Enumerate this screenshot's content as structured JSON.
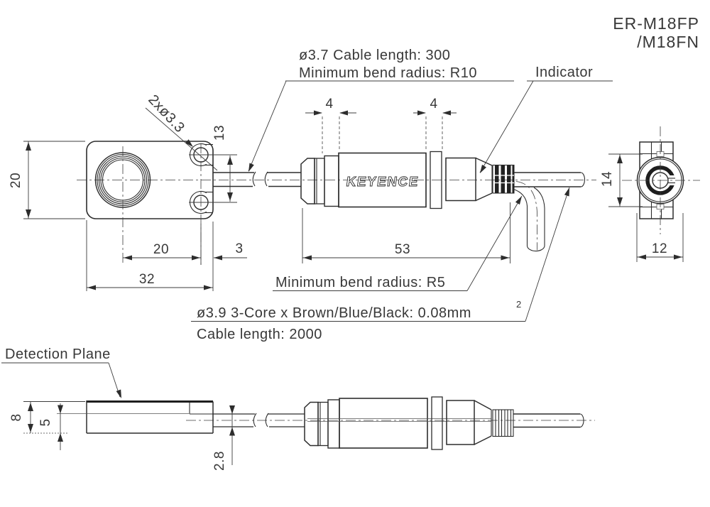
{
  "drawing": {
    "model": {
      "line1": "ER-M18FP",
      "line2": "/M18FN"
    },
    "brand_logo": "KEYENCE",
    "notes": {
      "cable_spec_1": "ø3.7 Cable length:  300",
      "cable_spec_2": "Minimum bend radius:  R10",
      "indicator": "Indicator",
      "min_bend": "Minimum bend radius: R5",
      "core_spec": "ø3.9 3-Core x Brown/Blue/Black: 0.08mm",
      "core_spec_sup": "2",
      "cable_length": "Cable length: 2000",
      "detection_plane": "Detection Plane",
      "mount_holes": "2xø3.3"
    },
    "dims": {
      "front_height": "20",
      "hole_to_center": "20",
      "hole_to_edge": "3",
      "front_width": "32",
      "hole_pitch": "13",
      "groove_left": "4",
      "groove_right": "4",
      "connector_length": "53",
      "end_height": "14",
      "end_width": "12",
      "head_height": "8",
      "head_lower": "5",
      "cable_offset": "2.8"
    },
    "colors": {
      "line": "#2d2d2d",
      "background": "#ffffff"
    }
  }
}
